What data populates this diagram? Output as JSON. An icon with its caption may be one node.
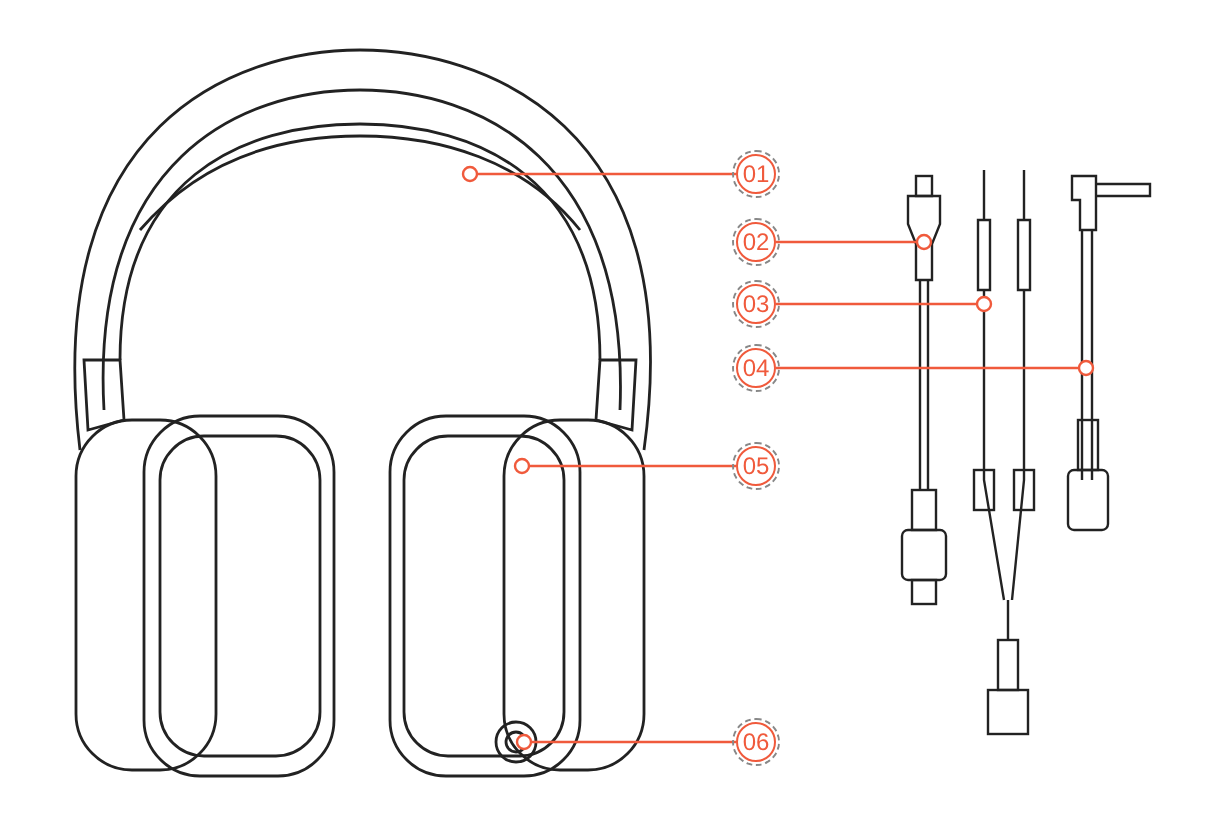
{
  "diagram": {
    "nodes": [
      {
        "text": [
          "01"
        ]
      },
      {
        "text": [
          "02"
        ]
      },
      {
        "text": [
          "03"
        ]
      },
      {
        "text": [
          "04"
        ]
      },
      {
        "text": [
          "05"
        ]
      },
      {
        "text": [
          "06"
        ]
      }
    ],
    "edges": [
      {
        "from": 0,
        "to": null,
        "arrow": "other"
      },
      {
        "from": 1,
        "to": null,
        "arrow": "other"
      },
      {
        "from": 2,
        "to": null,
        "arrow": "other"
      },
      {
        "from": 3,
        "to": null,
        "arrow": "other"
      },
      {
        "from": 4,
        "to": null,
        "arrow": "other"
      },
      {
        "from": 5,
        "to": null,
        "arrow": "other"
      }
    ]
  }
}
